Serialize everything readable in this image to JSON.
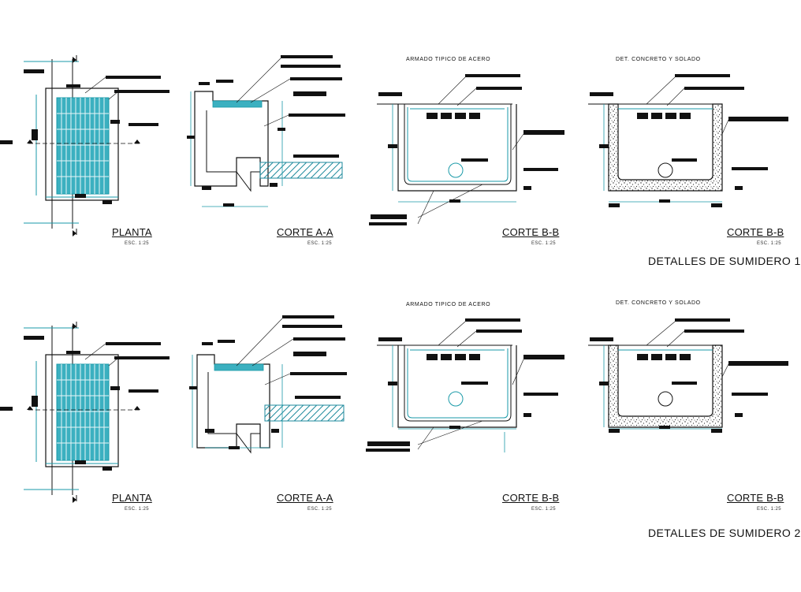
{
  "sheets": [
    {
      "id": "s1",
      "titles": {
        "planta": "PLANTA",
        "corte_aa": "CORTE A-A",
        "corte_bb_1": "CORTE B-B",
        "corte_bb_2": "CORTE B-B"
      },
      "scale": "ESC. 1:25",
      "headers": {
        "armado": "ARMADO TIPICO DE ACERO",
        "concreto": "DET. CONCRETO Y SOLADO"
      },
      "caption": "DETALLES DE SUMIDERO 1"
    },
    {
      "id": "s2",
      "titles": {
        "planta": "PLANTA",
        "corte_aa": "CORTE A-A",
        "corte_bb_1": "CORTE B-B",
        "corte_bb_2": "CORTE B-B"
      },
      "scale": "ESC. 1:25",
      "headers": {
        "armado": "ARMADO TIPICO DE ACERO",
        "concreto": "DET. CONCRETO Y SOLADO"
      },
      "caption": "DETALLES DE SUMIDERO 2"
    }
  ],
  "colors": {
    "line": "#111111",
    "rebar": "#1a9aa8",
    "grate": "#3bb0c0",
    "pipe": "#1e8a9c"
  }
}
